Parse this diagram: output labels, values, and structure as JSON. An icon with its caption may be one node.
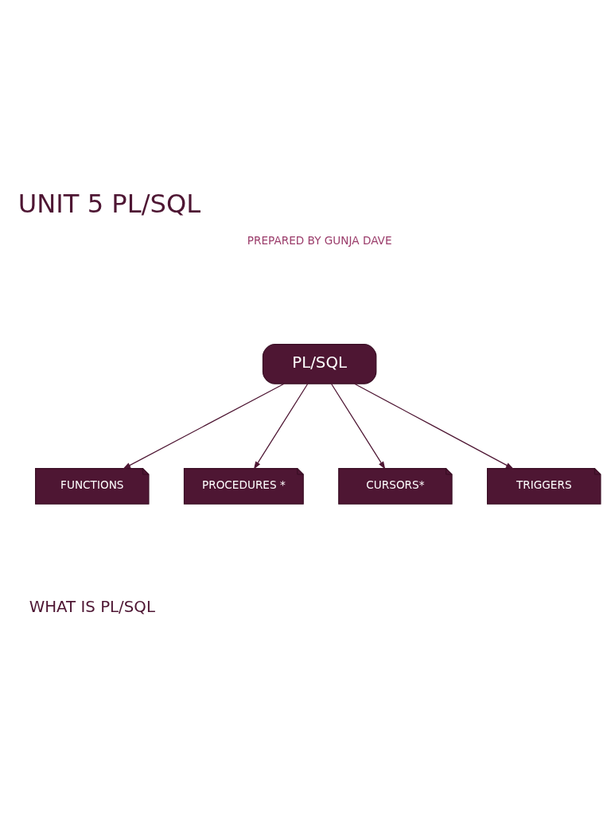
{
  "diagram": {
    "title": "UNIT 5 PL/SQL",
    "nodes": [
      {
        "text": [
          "PL/SQL"
        ]
      },
      {
        "text": [
          "FUNCTIONS"
        ]
      },
      {
        "text": [
          "PROCEDURES *"
        ]
      },
      {
        "text": [
          "CURSORS*"
        ]
      },
      {
        "text": [
          "TRIGGERS"
        ]
      }
    ],
    "edges": [
      {
        "from": 0,
        "to": 1,
        "arrow": "to"
      },
      {
        "from": 0,
        "to": 2,
        "arrow": "to"
      },
      {
        "from": 0,
        "to": 3,
        "arrow": "to"
      },
      {
        "from": 0,
        "to": 4,
        "arrow": "to"
      }
    ],
    "labels": [
      "PREPARED BY GUNJA DAVE",
      "WHAT IS PL/SQL"
    ]
  }
}
